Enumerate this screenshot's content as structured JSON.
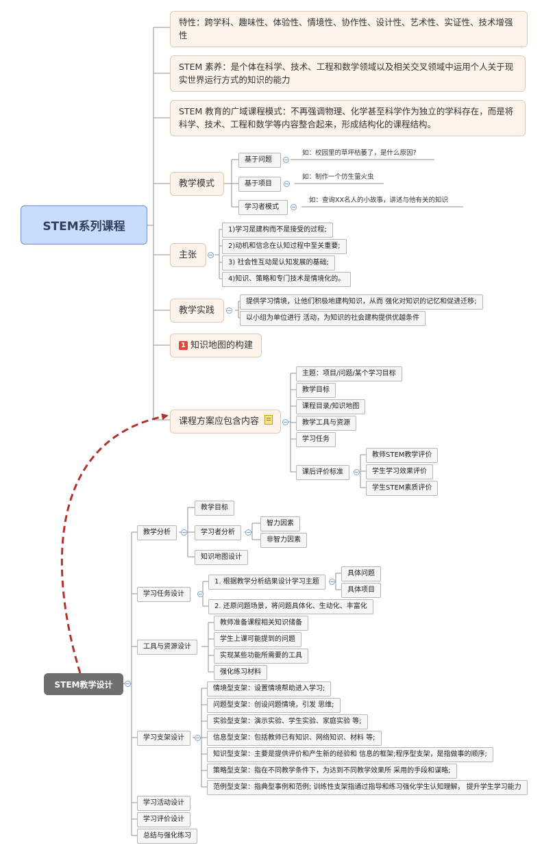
{
  "map1": {
    "root": "STEM系列课程",
    "traits": "特性：跨学科、趣味性、体验性、情境性、协作性、设计性、艺术性、实证性、技术增强性",
    "literacy": "STEM 素养：是个体在科学、技术、工程和数学领域以及相关交叉领域中运用个人关于现实世界运行方式的知识的能力",
    "broad": "STEM 教育的广域课程模式：不再强调物理、化学甚至科学作为独立的学科存在，而是将科学、技术、工程和数学等内容整合起来，形成结构化的课程结构。",
    "mode": {
      "label": "教学模式",
      "items": [
        {
          "label": "基于问题",
          "note": "如：校园里的草坪枯萎了，是什么原因?"
        },
        {
          "label": "基于项目",
          "note": "如：制作一个仿生萤火虫"
        },
        {
          "label": "学习者模式",
          "note": "如：查询XX名人的小故事，讲述与他有关的知识"
        }
      ]
    },
    "claims": {
      "label": "主张",
      "items": [
        "1)学习是建构而不是接受的过程;",
        "2)动机和信念在认知过程中至关重要;",
        "3) 社会性互动是认知发展的基础;",
        "4)知识、策略和专门技术是情境化的。"
      ]
    },
    "practice": {
      "label": "教学实践",
      "items": [
        "提供学习情境，让他们积极地建构知识，从而 强化对知识的记忆和促进迁移;",
        "以小组为单位进行 活动，为知识的社会建构提供优越条件"
      ]
    },
    "knowledge_map": {
      "badge": "1",
      "label": "知识地图的构建"
    },
    "plan": {
      "label": "课程方案应包含内容",
      "items": [
        "主题：项目/问题/某个学习目标",
        "教学目标",
        "课程目录/知识地图",
        "教学工具与资源",
        "学习任务"
      ],
      "eval": {
        "label": "课后评价标准",
        "items": [
          "教师STEM教学评价",
          "学生学习效果评价",
          "学生STEM素质评价"
        ]
      }
    }
  },
  "map2": {
    "root": "STEM教学设计",
    "analysis": {
      "label": "教学分析",
      "goal": "教学目标",
      "learner": {
        "label": "学习者分析",
        "items": [
          "智力因素",
          "非智力因素"
        ]
      },
      "kmap": "知识地图设计"
    },
    "task": {
      "label": "学习任务设计",
      "t1": {
        "label": "1. 根据教学分析结果设计学习主题",
        "items": [
          "具体问题",
          "具体项目"
        ]
      },
      "t2": "2. 还原问题场景，将问题具体化、生动化、丰富化"
    },
    "tools": {
      "label": "工具与资源设计",
      "items": [
        "教师准备课程相关知识储备",
        "学生上课可能提到的问题",
        "实现某些功能所需要的工具",
        "强化练习材料"
      ]
    },
    "scaffold": {
      "label": "学习支架设计",
      "items": [
        "情境型支架：设置情境帮助进入学习;",
        "问题型支架：创设问题情境，引发 思维;",
        "实验型支架：演示实验、学生实验、家庭实验 等;",
        "信息型支架：包括教师已有知识、网络知识、材料 等;",
        "知识型支架：主要是提供评价和产生新的经验和 信息的框架;程序型支架，是指做事的顺序;",
        "策略型支架：指在不同教学条件下，为达到不同教学效果所 采用的手段和谋略;",
        "范例型支架：指典型事例和范例; 训练性支架指通过指导和练习强化学生认知理解， 提升学生学习能力"
      ]
    },
    "activity": "学习活动设计",
    "evaluation": "学习评价设计",
    "summary": "总结与强化练习"
  },
  "colors": {
    "line": "#8f8f8f",
    "relation": "#b5322c",
    "root1_bg": "#c9dcfb",
    "root2_bg": "#6e6e6e",
    "branch_bg": "#fdf3ea"
  }
}
